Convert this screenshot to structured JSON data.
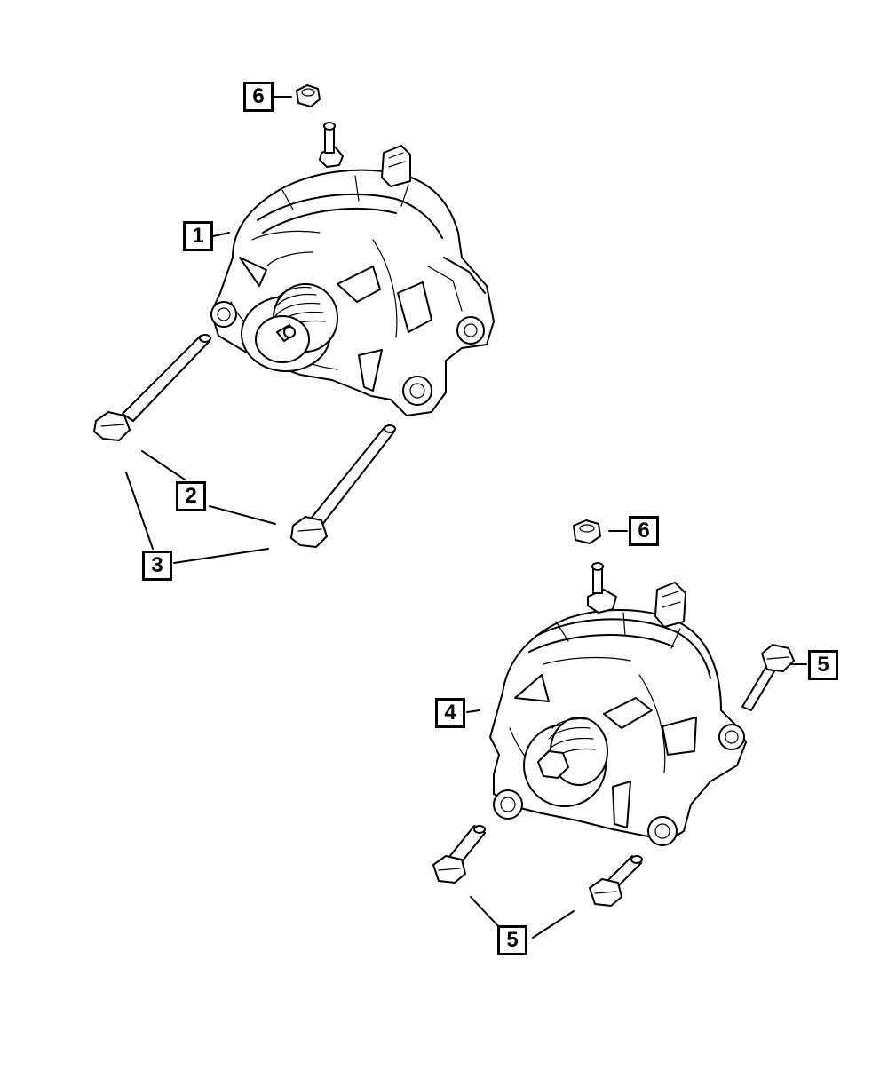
{
  "callouts": {
    "top_nut": "6",
    "alternator_upper": "1",
    "bolt_long_a": "2",
    "bolt_long_b": "3",
    "nut_lower": "6",
    "bolt_right": "5",
    "alternator_lower": "4",
    "bolts_bottom": "5"
  }
}
